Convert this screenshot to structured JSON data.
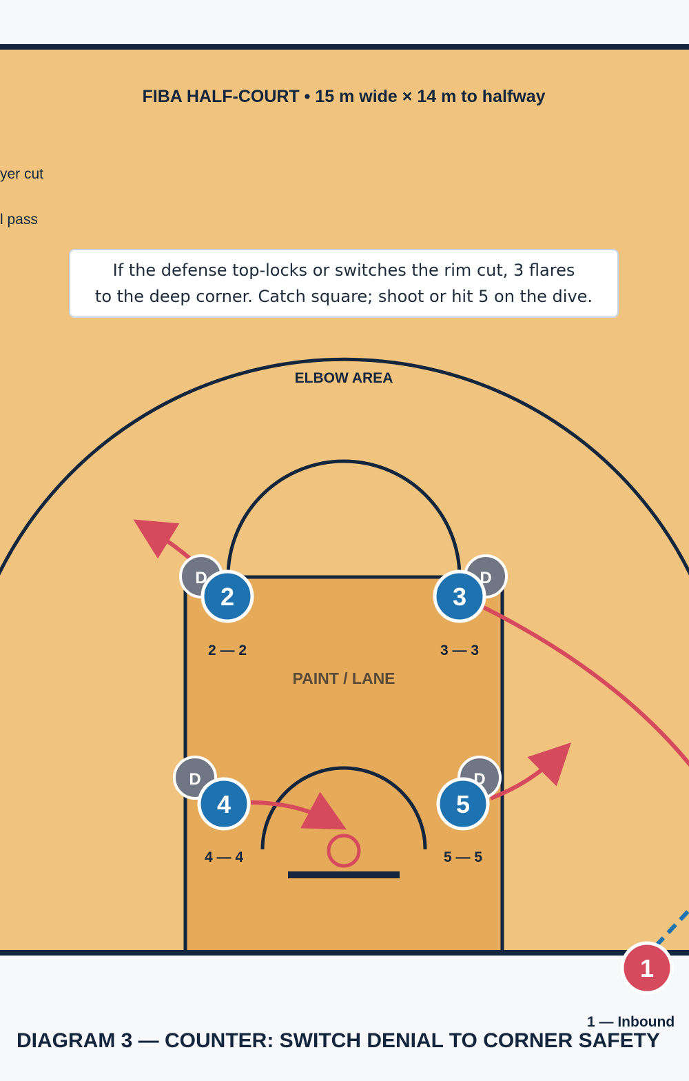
{
  "court": {
    "title": "FIBA HALF-COURT • 15 m wide × 14 m to halfway",
    "elbow_label": "ELBOW AREA",
    "paint_label": "PAINT / LANE",
    "colors": {
      "floor": "#f0c47f",
      "paint": "#e5aa5a",
      "line": "#14263d",
      "offense": "#1f72b0",
      "inbounder": "#d64a5e",
      "defender": "#707683",
      "cut_arrow": "#d64a5e",
      "pass_line": "#1f72b0",
      "background": "#f7f8fa"
    }
  },
  "legend": {
    "items": [
      {
        "text": "yer cut"
      },
      {
        "text": "l pass"
      }
    ]
  },
  "note": {
    "line1": "If the defense top-locks or switches the rim cut, 3 flares",
    "line2": "to the deep corner. Catch square; shoot or hit 5 on the dive."
  },
  "players": {
    "p1": {
      "number": "1",
      "label": "1 — Inbound"
    },
    "p2": {
      "number": "2",
      "label": "2 — 2"
    },
    "p3": {
      "number": "3",
      "label": "3 — 3"
    },
    "p4": {
      "number": "4",
      "label": "4 — 4"
    },
    "p5": {
      "number": "5",
      "label": "5 — 5"
    }
  },
  "defenders": {
    "marker": "D"
  },
  "footer": {
    "title": "DIAGRAM 3 — COUNTER: SWITCH DENIAL TO CORNER SAFETY"
  }
}
